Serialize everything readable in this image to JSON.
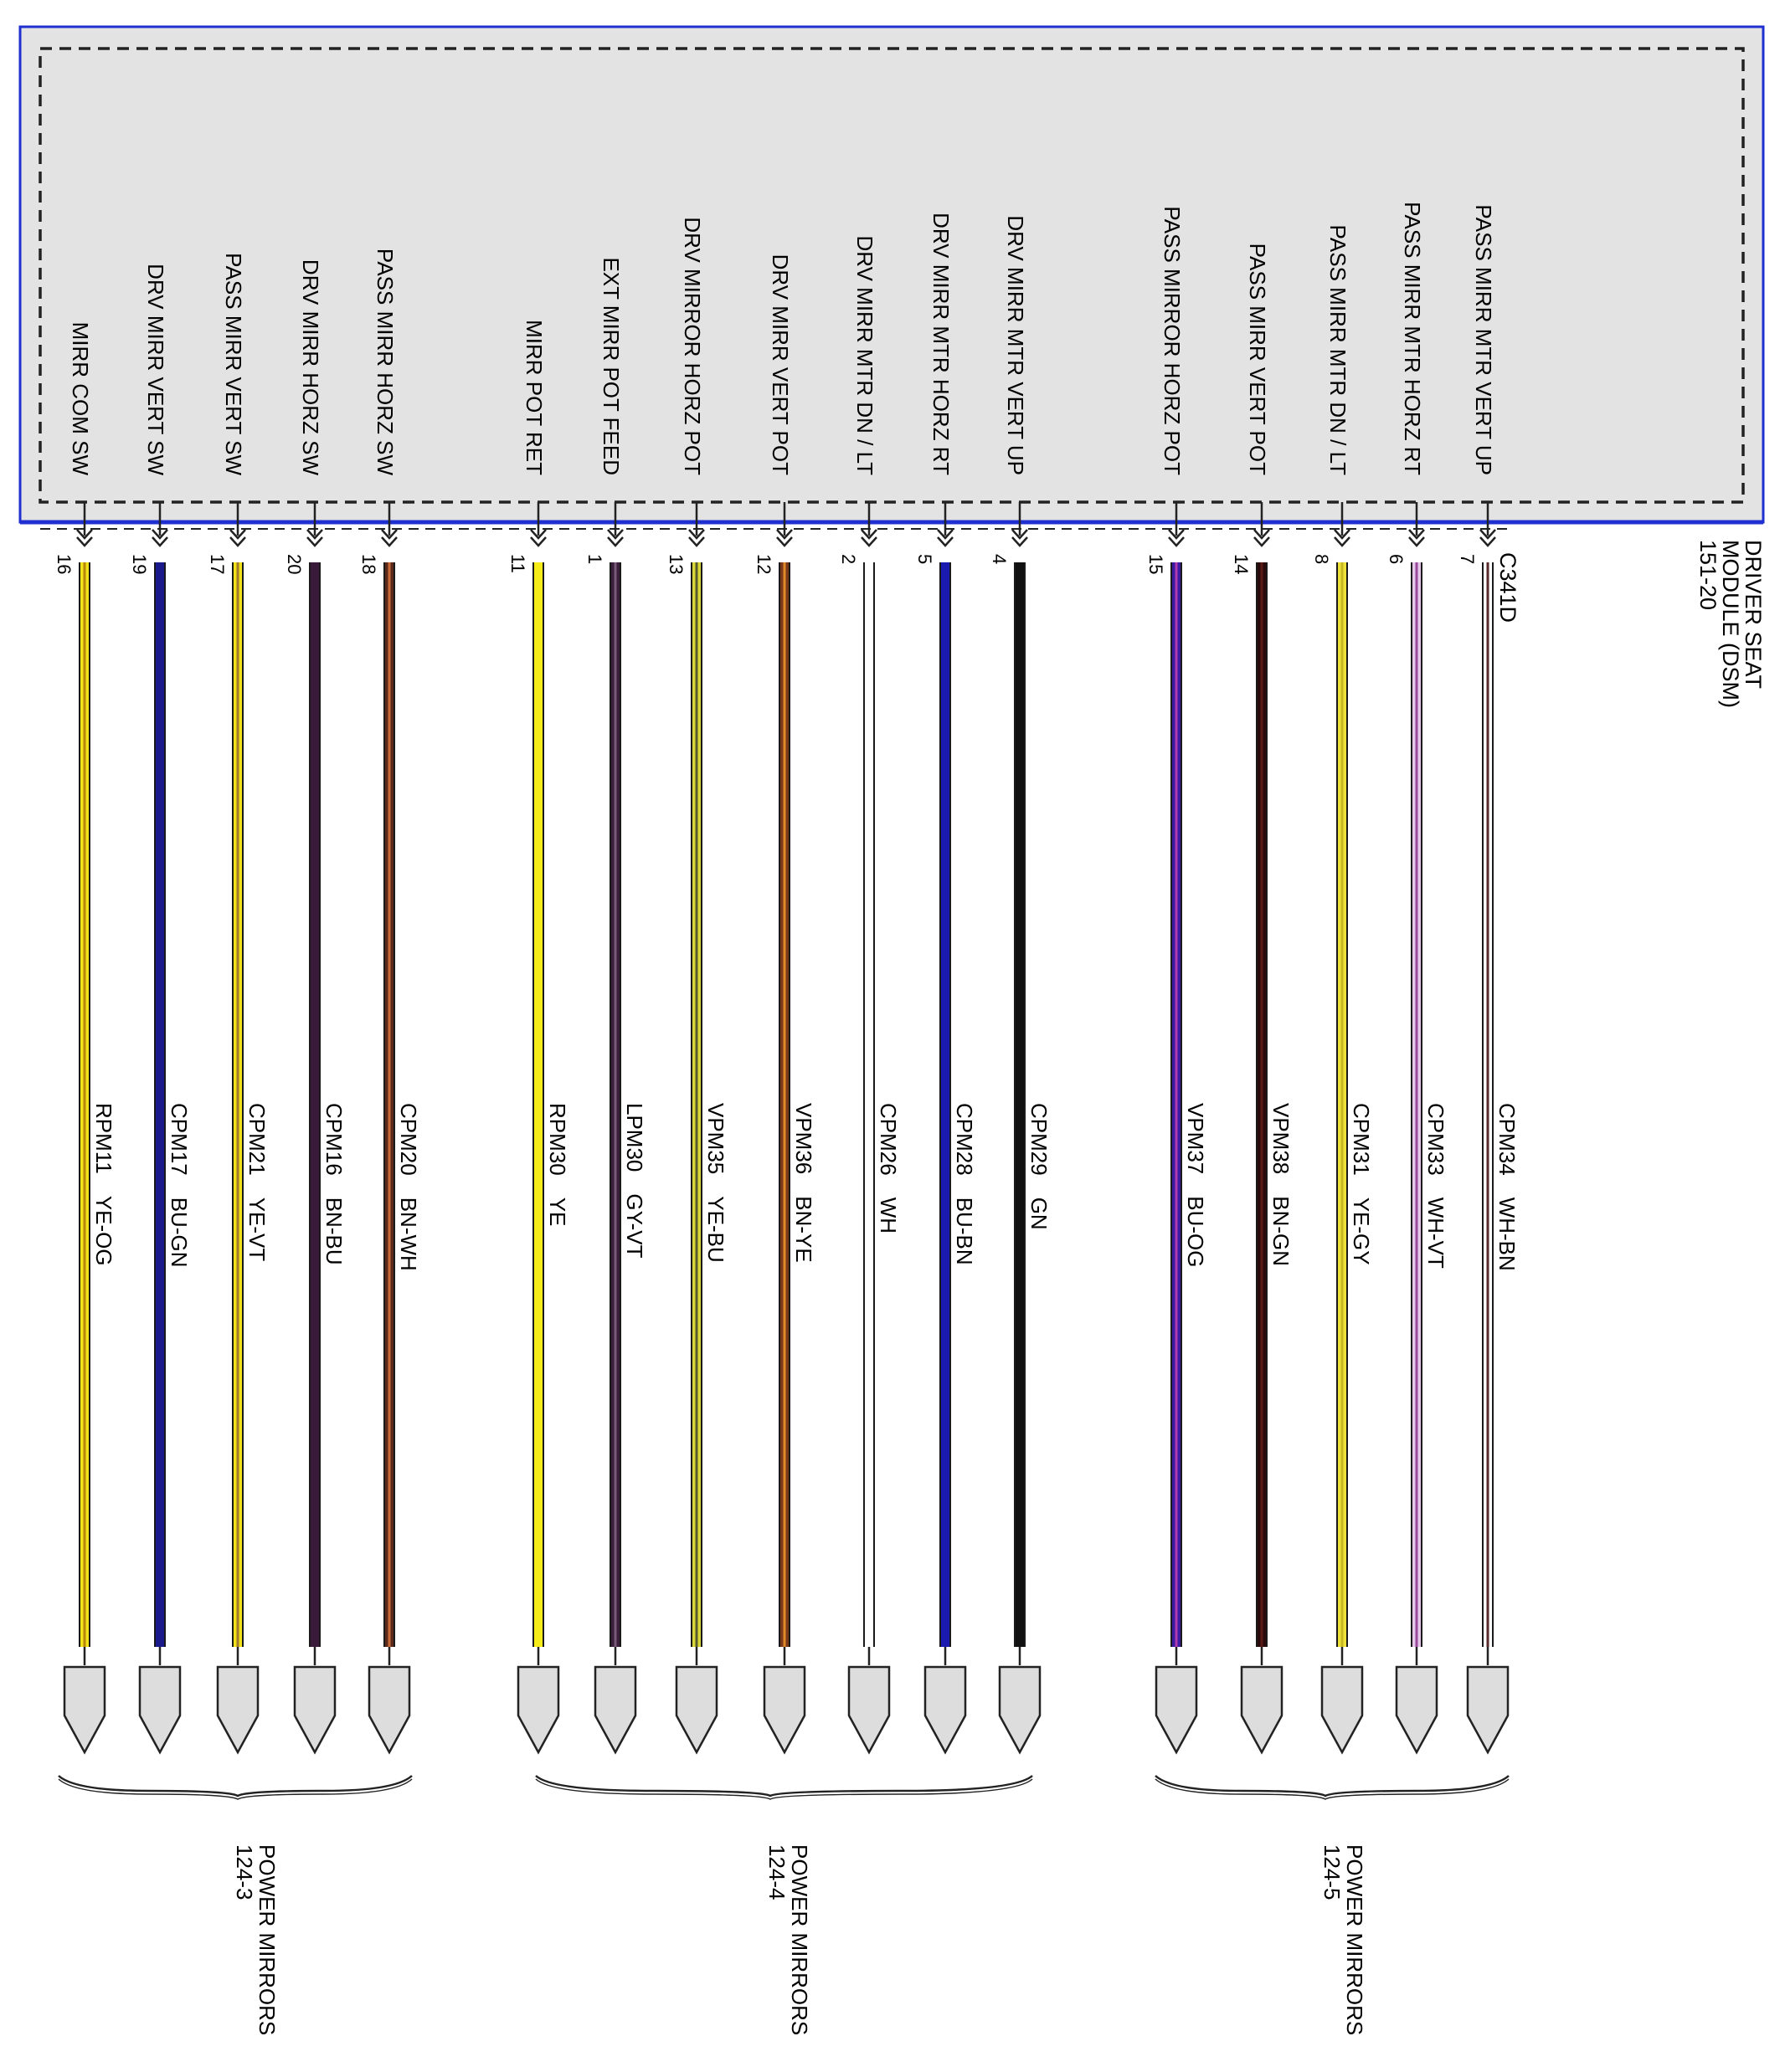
{
  "module": {
    "connector": "C341D",
    "name": "DRIVER SEAT MODULE (DSM)",
    "name_line1": "DRIVER SEAT",
    "name_line2": "MODULE (DSM)",
    "page_ref": "151-20"
  },
  "wires": [
    {
      "signal": "MIRR COM SW",
      "pin": "16",
      "circuit": "RPM11",
      "color_code": "YE-OG",
      "base": "#f2e21a",
      "stripe": "#b8860b"
    },
    {
      "signal": "DRV MIRR VERT SW",
      "pin": "19",
      "circuit": "CPM17",
      "color_code": "BU-GN",
      "base": "#1a1a8c",
      "stripe": "#1a1a8c"
    },
    {
      "signal": "PASS MIRR VERT SW",
      "pin": "17",
      "circuit": "CPM21",
      "color_code": "YE-VT",
      "base": "#f2e21a",
      "stripe": "#a37b2a"
    },
    {
      "signal": "DRV MIRR HORZ SW",
      "pin": "20",
      "circuit": "CPM16",
      "color_code": "BN-BU",
      "base": "#3a1a3a",
      "stripe": "#3a1a3a"
    },
    {
      "signal": "PASS MIRR HORZ SW",
      "pin": "18",
      "circuit": "CPM20",
      "color_code": "BN-WH",
      "base": "#5a2a1a",
      "stripe": "#c86a3a"
    },
    {
      "signal": "MIRR POT RET",
      "pin": "11",
      "circuit": "RPM30",
      "color_code": "YE",
      "base": "#f5ec1a",
      "stripe": "#f5ec1a"
    },
    {
      "signal": "EXT MIRR POT FEED",
      "pin": "1",
      "circuit": "LPM30",
      "color_code": "GY-VT",
      "base": "#3a1f3a",
      "stripe": "#7a5a7a"
    },
    {
      "signal": "DRV MIRROR HORZ POT",
      "pin": "13",
      "circuit": "VPM35",
      "color_code": "YE-BU",
      "base": "#d8d83a",
      "stripe": "#5a5a2a"
    },
    {
      "signal": "DRV MIRR VERT POT",
      "pin": "12",
      "circuit": "VPM36",
      "color_code": "BN-YE",
      "base": "#7a3a1a",
      "stripe": "#e08a2a"
    },
    {
      "signal": "DRV MIRR MTR DN / LT",
      "pin": "2",
      "circuit": "CPM26",
      "color_code": "WH",
      "base": "#ffffff",
      "stripe": "#ffffff"
    },
    {
      "signal": "DRV MIRR MTR HORZ RT",
      "pin": "5",
      "circuit": "CPM28",
      "color_code": "BU-BN",
      "base": "#1a1ab0",
      "stripe": "#1a1ab0"
    },
    {
      "signal": "DRV MIRR MTR VERT UP",
      "pin": "4",
      "circuit": "CPM29",
      "color_code": "GN",
      "base": "#111111",
      "stripe": "#111111"
    },
    {
      "signal": "PASS MIRROR HORZ POT",
      "pin": "15",
      "circuit": "VPM37",
      "color_code": "BU-OG",
      "base": "#3a1aa0",
      "stripe": "#b03ab0"
    },
    {
      "signal": "PASS MIRR VERT POT",
      "pin": "14",
      "circuit": "VPM38",
      "color_code": "BN-GN",
      "base": "#2a0a0a",
      "stripe": "#5a1a1a"
    },
    {
      "signal": "PASS MIRR MTR DN / LT",
      "pin": "8",
      "circuit": "CPM31",
      "color_code": "YE-GY",
      "base": "#eee23a",
      "stripe": "#c8b820"
    },
    {
      "signal": "PASS MIRR MTR HORZ RT",
      "pin": "6",
      "circuit": "CPM33",
      "color_code": "WH-VT",
      "base": "#e8c8e8",
      "stripe": "#9a4a9a"
    },
    {
      "signal": "PASS MIRR MTR VERT UP",
      "pin": "7",
      "circuit": "CPM34",
      "color_code": "WH-BN",
      "base": "#ffffff",
      "stripe": "#5a2a2a"
    }
  ],
  "groups": [
    {
      "title": "POWER MIRRORS",
      "ref": "124-3"
    },
    {
      "title": "POWER MIRRORS",
      "ref": "124-4"
    },
    {
      "title": "POWER MIRRORS",
      "ref": "124-5"
    }
  ]
}
